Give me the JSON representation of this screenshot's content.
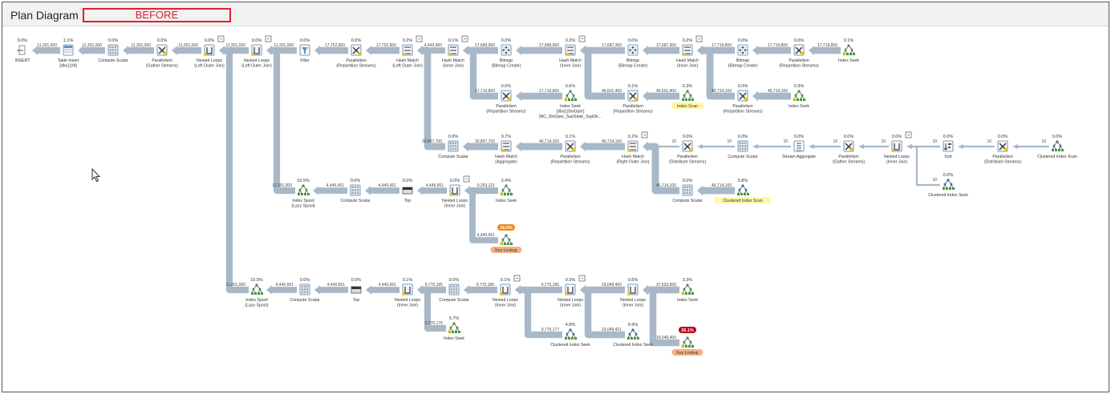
{
  "header": {
    "title": "Plan Diagram",
    "tag": "BEFORE"
  },
  "colors": {
    "arrow": "#a8b8c6",
    "highlight_yellow": "#fff7a6",
    "highlight_orange": "#f4b183",
    "badge_orange": "#f08a1c",
    "badge_red": "#c00018",
    "icon_blue": "#4a7fb0",
    "icon_green": "#3a9b3a"
  },
  "nodes": [
    {
      "id": "insert",
      "label": [
        "INSERT"
      ],
      "cost": "0.0%",
      "icon": "insert-icon"
    },
    {
      "id": "table_insert",
      "label": [
        "Table Insert",
        "[dbo].[#lt]"
      ],
      "cost": "1.1%",
      "icon": "table-insert-icon"
    },
    {
      "id": "cs1",
      "label": [
        "Compute Scalar"
      ],
      "cost": "0.0%",
      "icon": "compute-scalar-icon"
    },
    {
      "id": "par_gather1",
      "label": [
        "Parallelism",
        "(Gather Streams)"
      ],
      "cost": "0.0%",
      "icon": "parallelism-icon"
    },
    {
      "id": "nl_loj1",
      "label": [
        "Nested Loops",
        "(Left Outer Join)"
      ],
      "cost": "0.0%",
      "icon": "nested-loops-icon"
    },
    {
      "id": "nl_loj2",
      "label": [
        "Nested Loops",
        "(Left Outer Join)"
      ],
      "cost": "0.0%",
      "icon": "nested-loops-icon"
    },
    {
      "id": "filter",
      "label": [
        "Filter"
      ],
      "cost": "0.0%",
      "icon": "filter-icon"
    },
    {
      "id": "par_rep1",
      "label": [
        "Parallelism",
        "(Repartition Streams)"
      ],
      "cost": "0.0%",
      "icon": "parallelism-icon"
    },
    {
      "id": "hm_loj",
      "label": [
        "Hash Match",
        "(Left Outer Join)"
      ],
      "cost": "0.2%",
      "icon": "hash-match-icon"
    },
    {
      "id": "hm_ij1",
      "label": [
        "Hash Match",
        "(Inner Join)"
      ],
      "cost": "0.1%",
      "icon": "hash-match-icon"
    },
    {
      "id": "bm1",
      "label": [
        "Bitmap",
        "(Bitmap Create)"
      ],
      "cost": "0.0%",
      "icon": "bitmap-icon"
    },
    {
      "id": "hm_ij2",
      "label": [
        "Hash Match",
        "(Inner Join)"
      ],
      "cost": "0.2%",
      "icon": "hash-match-icon"
    },
    {
      "id": "bm2",
      "label": [
        "Bitmap",
        "(Bitmap Create)"
      ],
      "cost": "0.0%",
      "icon": "bitmap-icon"
    },
    {
      "id": "hm_ij3",
      "label": [
        "Hash Match",
        "(Inner Join)"
      ],
      "cost": "0.2%",
      "icon": "hash-match-icon"
    },
    {
      "id": "bm3",
      "label": [
        "Bitmap",
        "(Bitmap Create)"
      ],
      "cost": "0.0%",
      "icon": "bitmap-icon"
    },
    {
      "id": "par_rep2",
      "label": [
        "Parallelism",
        "(Repartition Streams)"
      ],
      "cost": "0.0%",
      "icon": "parallelism-icon"
    },
    {
      "id": "is1",
      "label": [
        "Index Seek"
      ],
      "cost": "0.1%",
      "icon": "index-seek-icon"
    },
    {
      "id": "par_rep3",
      "label": [
        "Parallelism",
        "(Repartition Streams)"
      ],
      "cost": "0.0%",
      "icon": "parallelism-icon"
    },
    {
      "id": "is_slo",
      "label": [
        "Index Seek",
        "[dbo].[SloOper]",
        "[NC_SloOper_SupState_SupDir..."
      ],
      "cost": "0.6%",
      "icon": "index-seek-icon"
    },
    {
      "id": "par_rep4",
      "label": [
        "Parallelism",
        "(Repartition Streams)"
      ],
      "cost": "0.1%",
      "icon": "parallelism-icon"
    },
    {
      "id": "iscan",
      "label": [
        "Index Scan"
      ],
      "cost": "0.3%",
      "icon": "index-scan-icon",
      "hl": "yellow"
    },
    {
      "id": "par_rep5",
      "label": [
        "Parallelism",
        "(Repartition Streams)"
      ],
      "cost": "0.0%",
      "icon": "parallelism-icon"
    },
    {
      "id": "is2",
      "label": [
        "Index Seek"
      ],
      "cost": "0.3%",
      "icon": "index-seek-icon"
    },
    {
      "id": "cs2",
      "label": [
        "Compute Scalar"
      ],
      "cost": "0.0%",
      "icon": "compute-scalar-icon"
    },
    {
      "id": "hm_agg",
      "label": [
        "Hash Match",
        "(Aggregate)"
      ],
      "cost": "0.7%",
      "icon": "hash-match-icon"
    },
    {
      "id": "par_rep6",
      "label": [
        "Parallelism",
        "(Repartition Streams)"
      ],
      "cost": "0.1%",
      "icon": "parallelism-icon"
    },
    {
      "id": "hm_roj",
      "label": [
        "Hash Match",
        "(Right Outer Join)"
      ],
      "cost": "0.2%",
      "icon": "hash-match-icon"
    },
    {
      "id": "par_dist1",
      "label": [
        "Parallelism",
        "(Distribute Streams)"
      ],
      "cost": "0.0%",
      "icon": "parallelism-icon"
    },
    {
      "id": "cs3",
      "label": [
        "Compute Scalar"
      ],
      "cost": "0.0%",
      "icon": "compute-scalar-icon"
    },
    {
      "id": "stream_agg",
      "label": [
        "Stream Aggregate"
      ],
      "cost": "0.0%",
      "icon": "stream-aggregate-icon"
    },
    {
      "id": "par_gather2",
      "label": [
        "Parallelism",
        "(Gather Streams)"
      ],
      "cost": "0.0%",
      "icon": "parallelism-icon"
    },
    {
      "id": "nl_ij_top",
      "label": [
        "Nested Loops",
        "(Inner Join)"
      ],
      "cost": "0.0%",
      "icon": "nested-loops-icon"
    },
    {
      "id": "sort",
      "label": [
        "Sort"
      ],
      "cost": "0.0%",
      "icon": "sort-icon"
    },
    {
      "id": "par_dist2",
      "label": [
        "Parallelism",
        "(Distribute Streams)"
      ],
      "cost": "0.0%",
      "icon": "parallelism-icon"
    },
    {
      "id": "cis",
      "label": [
        "Clustered Index Scan"
      ],
      "cost": "0.0%",
      "icon": "clustered-index-scan-icon"
    },
    {
      "id": "cisk1",
      "label": [
        "Clustered Index Seek"
      ],
      "cost": "0.0%",
      "icon": "clustered-index-seek-icon"
    },
    {
      "id": "cs4",
      "label": [
        "Compute Scalar"
      ],
      "cost": "0.0%",
      "icon": "compute-scalar-icon"
    },
    {
      "id": "cis_hl",
      "label": [
        "Clustered Index Scan"
      ],
      "cost": "5.8%",
      "icon": "clustered-index-scan-icon",
      "hl": "yellow"
    },
    {
      "id": "spool1",
      "label": [
        "Index Spool",
        "(Lazy Spool)"
      ],
      "cost": "10.5%",
      "icon": "index-spool-icon"
    },
    {
      "id": "cs5",
      "label": [
        "Compute Scalar"
      ],
      "cost": "0.0%",
      "icon": "compute-scalar-icon"
    },
    {
      "id": "top1",
      "label": [
        "Top"
      ],
      "cost": "0.0%",
      "icon": "top-icon"
    },
    {
      "id": "nl_ij1",
      "label": [
        "Nested Loops",
        "(Inner Join)"
      ],
      "cost": "0.0%",
      "icon": "nested-loops-icon"
    },
    {
      "id": "is3",
      "label": [
        "Index Seek"
      ],
      "cost": "2.4%",
      "icon": "index-seek-icon"
    },
    {
      "id": "kl1",
      "label": [
        "Key Lookup"
      ],
      "cost": "16.5%",
      "icon": "key-lookup-icon",
      "hl": "orange",
      "badge": "orange"
    },
    {
      "id": "spool2",
      "label": [
        "Index Spool",
        "(Lazy Spool)"
      ],
      "cost": "10.5%",
      "icon": "index-spool-icon"
    },
    {
      "id": "cs6",
      "label": [
        "Compute Scalar"
      ],
      "cost": "0.0%",
      "icon": "compute-scalar-icon"
    },
    {
      "id": "top2",
      "label": [
        "Top"
      ],
      "cost": "0.0%",
      "icon": "top-icon"
    },
    {
      "id": "nl_ij2",
      "label": [
        "Nested Loops",
        "(Inner Join)"
      ],
      "cost": "0.1%",
      "icon": "nested-loops-icon"
    },
    {
      "id": "cs7",
      "label": [
        "Compute Scalar"
      ],
      "cost": "0.0%",
      "icon": "compute-scalar-icon"
    },
    {
      "id": "nl_ij3",
      "label": [
        "Nested Loops",
        "(Inner Join)"
      ],
      "cost": "0.1%",
      "icon": "nested-loops-icon"
    },
    {
      "id": "nl_ij4",
      "label": [
        "Nested Loops",
        "(Inner Join)"
      ],
      "cost": "0.3%",
      "icon": "nested-loops-icon"
    },
    {
      "id": "nl_ij5",
      "label": [
        "Nested Loops",
        "(Inner Join)"
      ],
      "cost": "0.5%",
      "icon": "nested-loops-icon"
    },
    {
      "id": "is4",
      "label": [
        "Index Seek"
      ],
      "cost": "3.3%",
      "icon": "index-seek-icon"
    },
    {
      "id": "is5",
      "label": [
        "Index Seek"
      ],
      "cost": "5.7%",
      "icon": "index-seek-icon"
    },
    {
      "id": "cisk2",
      "label": [
        "Clustered Index Seek"
      ],
      "cost": "4.8%",
      "icon": "clustered-index-seek-icon"
    },
    {
      "id": "cisk3",
      "label": [
        "Clustered Index Seek"
      ],
      "cost": "9.9%",
      "icon": "clustered-index-seek-icon"
    },
    {
      "id": "kl2",
      "label": [
        "Key Lookup"
      ],
      "cost": "26.1%",
      "icon": "key-lookup-icon",
      "hl": "orange",
      "badge": "red"
    }
  ],
  "edges": [
    {
      "from": "table_insert",
      "to": "insert",
      "rows": "11,301,000"
    },
    {
      "from": "cs1",
      "to": "table_insert",
      "rows": "11,301,000"
    },
    {
      "from": "par_gather1",
      "to": "cs1",
      "rows": "11,301,000"
    },
    {
      "from": "nl_loj1",
      "to": "par_gather1",
      "rows": "11,301,000"
    },
    {
      "from": "nl_loj2",
      "to": "nl_loj1",
      "rows": "11,301,000"
    },
    {
      "from": "filter",
      "to": "nl_loj2",
      "rows": "11,301,000"
    },
    {
      "from": "par_rep1",
      "to": "filter",
      "rows": "17,752,900"
    },
    {
      "from": "hm_loj",
      "to": "par_rep1",
      "rows": "17,752,900"
    },
    {
      "from": "hm_ij1",
      "to": "hm_loj",
      "rows": "4,449,960"
    },
    {
      "from": "bm1",
      "to": "hm_ij1",
      "rows": "17,689,900"
    },
    {
      "from": "hm_ij2",
      "to": "bm1",
      "rows": "17,689,900"
    },
    {
      "from": "bm2",
      "to": "hm_ij2",
      "rows": "17,687,300"
    },
    {
      "from": "hm_ij3",
      "to": "bm2",
      "rows": "17,687,300"
    },
    {
      "from": "bm3",
      "to": "hm_ij3",
      "rows": "17,719,800"
    },
    {
      "from": "par_rep2",
      "to": "bm3",
      "rows": "17,719,800"
    },
    {
      "from": "is1",
      "to": "par_rep2",
      "rows": "17,719,800"
    },
    {
      "from": "par_rep3",
      "to": "hm_ij1",
      "rows": "17,719,800"
    },
    {
      "from": "is_slo",
      "to": "par_rep3",
      "rows": "17,719,800"
    },
    {
      "from": "par_rep4",
      "to": "hm_ij2",
      "rows": "46,601,400"
    },
    {
      "from": "iscan",
      "to": "par_rep4",
      "rows": "46,601,400"
    },
    {
      "from": "par_rep5",
      "to": "hm_ij3",
      "rows": "46,714,100"
    },
    {
      "from": "is2",
      "to": "par_rep5",
      "rows": "46,714,100"
    },
    {
      "from": "cs2",
      "to": "hm_loj",
      "rows": "30,857,700"
    },
    {
      "from": "hm_agg",
      "to": "cs2",
      "rows": "30,857,700"
    },
    {
      "from": "par_rep6",
      "to": "hm_agg",
      "rows": "46,714,100"
    },
    {
      "from": "hm_roj",
      "to": "par_rep6",
      "rows": "46,714,100"
    },
    {
      "from": "par_dist1",
      "to": "hm_roj",
      "rows": "10"
    },
    {
      "from": "cs3",
      "to": "par_dist1",
      "rows": "10"
    },
    {
      "from": "stream_agg",
      "to": "cs3",
      "rows": "10"
    },
    {
      "from": "par_gather2",
      "to": "stream_agg",
      "rows": "10"
    },
    {
      "from": "nl_ij_top",
      "to": "par_gather2",
      "rows": "10"
    },
    {
      "from": "sort",
      "to": "nl_ij_top",
      "rows": "10"
    },
    {
      "from": "par_dist2",
      "to": "sort",
      "rows": "10"
    },
    {
      "from": "cis",
      "to": "par_dist2",
      "rows": "10"
    },
    {
      "from": "cisk1",
      "to": "nl_ij_top",
      "rows": "10"
    },
    {
      "from": "cs4",
      "to": "hm_roj",
      "rows": "46,714,100"
    },
    {
      "from": "cis_hl",
      "to": "cs4",
      "rows": "46,714,100"
    },
    {
      "from": "spool1",
      "to": "nl_loj2",
      "rows": "11,301,000"
    },
    {
      "from": "cs5",
      "to": "spool1",
      "rows": "4,445,661"
    },
    {
      "from": "top1",
      "to": "cs5",
      "rows": "4,445,661"
    },
    {
      "from": "nl_ij1",
      "to": "top1",
      "rows": "4,445,661"
    },
    {
      "from": "is3",
      "to": "nl_ij1",
      "rows": "9,263,121"
    },
    {
      "from": "kl1",
      "to": "nl_ij1",
      "rows": "4,445,661"
    },
    {
      "from": "spool2",
      "to": "nl_loj1",
      "rows": "11,301,000"
    },
    {
      "from": "cs6",
      "to": "spool2",
      "rows": "4,445,661"
    },
    {
      "from": "top2",
      "to": "cs6",
      "rows": "4,445,661"
    },
    {
      "from": "nl_ij2",
      "to": "top2",
      "rows": "4,445,661"
    },
    {
      "from": "cs7",
      "to": "nl_ij2",
      "rows": "9,770,185"
    },
    {
      "from": "nl_ij3",
      "to": "cs7",
      "rows": "9,770,185"
    },
    {
      "from": "nl_ij4",
      "to": "nl_ij3",
      "rows": "9,770,185"
    },
    {
      "from": "nl_ij5",
      "to": "nl_ij4",
      "rows": "19,049,400"
    },
    {
      "from": "is4",
      "to": "nl_ij5",
      "rows": "37,620,600"
    },
    {
      "from": "is5",
      "to": "nl_ij2",
      "rows": "9,770,176"
    },
    {
      "from": "cisk2",
      "to": "nl_ij3",
      "rows": "9,770,177"
    },
    {
      "from": "cisk3",
      "to": "nl_ij4",
      "rows": "19,049,421"
    },
    {
      "from": "kl2",
      "to": "nl_ij5",
      "rows": "19,049,400"
    }
  ],
  "collapse_toggles": [
    "nl_loj1",
    "nl_loj2",
    "hm_loj",
    "hm_ij1",
    "hm_ij2",
    "hm_ij3",
    "hm_roj",
    "nl_ij_top",
    "nl_ij1",
    "nl_ij3",
    "nl_ij4"
  ],
  "toggle_symbol": "−"
}
